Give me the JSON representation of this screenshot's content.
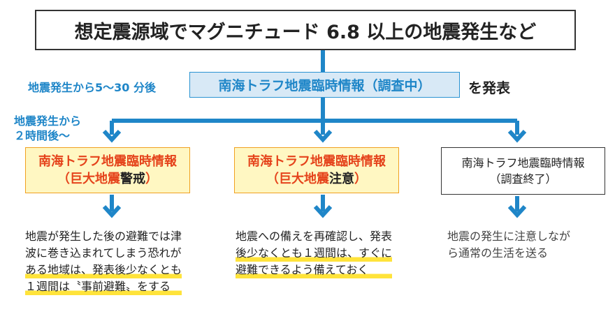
{
  "header": {
    "title": "想定震源域でマグニチュード 6.8 以上の地震発生など"
  },
  "first_step": {
    "time_label": "地震発生から5〜30 分後",
    "info": "南海トラフ地震臨時情報（調査中）",
    "announce": "を発表"
  },
  "second_step": {
    "time_label_line1": "地震発生から",
    "time_label_line2": "２時間後〜"
  },
  "branches": [
    {
      "title_line1": "南海トラフ地震臨時情報",
      "title_line2_prefix": "（巨大地震",
      "title_line2_emphasis": "警戒",
      "title_line2_suffix": "）",
      "body_line1": "地震が発生した後の避難では津",
      "body_line2": "波に巻き込まれてしまう恐れが",
      "body_line3": "ある地域は、発表後少なくとも",
      "body_line4": "１週間は〝事前避難〟をする"
    },
    {
      "title_line1": "南海トラフ地震臨時情報",
      "title_line2_prefix": "（巨大地震",
      "title_line2_emphasis": "注意",
      "title_line2_suffix": "）",
      "body_line1": "地震への備えを再確認し、発表",
      "body_line2": "後少なくとも１週間は、すぐに",
      "body_line3": "避難できるよう備えておく"
    },
    {
      "title_line1": "南海トラフ地震臨時情報",
      "title_line2": "（調査終了）",
      "body_line1": "地震の発生に注意しなが",
      "body_line2": "ら通常の生活を送る"
    }
  ],
  "colors": {
    "arrow": "#1f86c8",
    "warning_text": "#e5431b",
    "warning_fill": "#fff7c2",
    "info_fill": "#d8e9f6",
    "highlight": "#ffe33a"
  }
}
